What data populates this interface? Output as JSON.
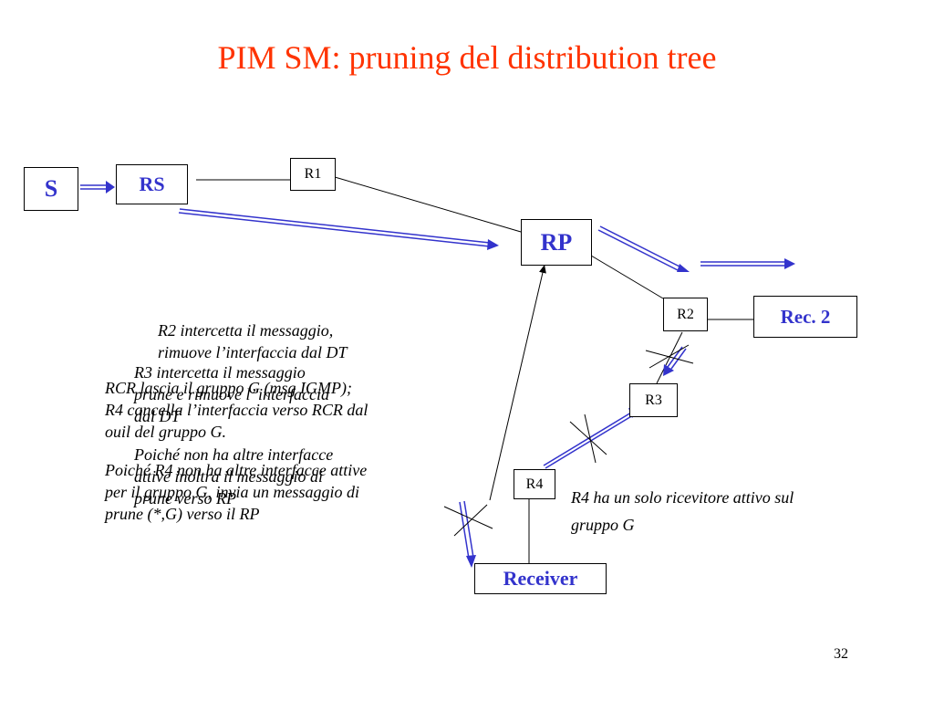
{
  "slide": {
    "title": "PIM SM: pruning del distribution tree",
    "page_number": "32"
  },
  "nodes": {
    "s": "S",
    "rs": "RS",
    "r1": "R1",
    "rp": "RP",
    "r2": "R2",
    "rec2": "Rec. 2",
    "r3": "R3",
    "r4": "R4",
    "receiver": "Receiver"
  },
  "notes": {
    "r2": [
      "R2 intercetta il messaggio,",
      "rimuove l’interfaccia dal DT"
    ],
    "r3": [
      "R3 intercetta il messaggio",
      "prune e rimuove l’ interfaccia",
      "dal DT",
      "Poiché non ha altre interfacce",
      "attive inoltra il messaggio di",
      "prune verso RP"
    ],
    "r4": [
      "RCR lascia il gruppo G (msg IGMP);",
      "R4 cancella l’interfaccia verso RCR dal",
      "ouil del gruppo G.",
      "Poiché R4 non ha altre interfacce attive",
      "per il gruppo G, invia un messaggio di",
      "prune (*,G) verso il RP"
    ],
    "r4_receiver": [
      "R4 ha un solo ricevitore attivo sul",
      "gruppo G"
    ]
  },
  "colors": {
    "title": "#ff3300",
    "node_text": "#3333cc",
    "arrow": "#3333cc",
    "line": "#000000"
  }
}
